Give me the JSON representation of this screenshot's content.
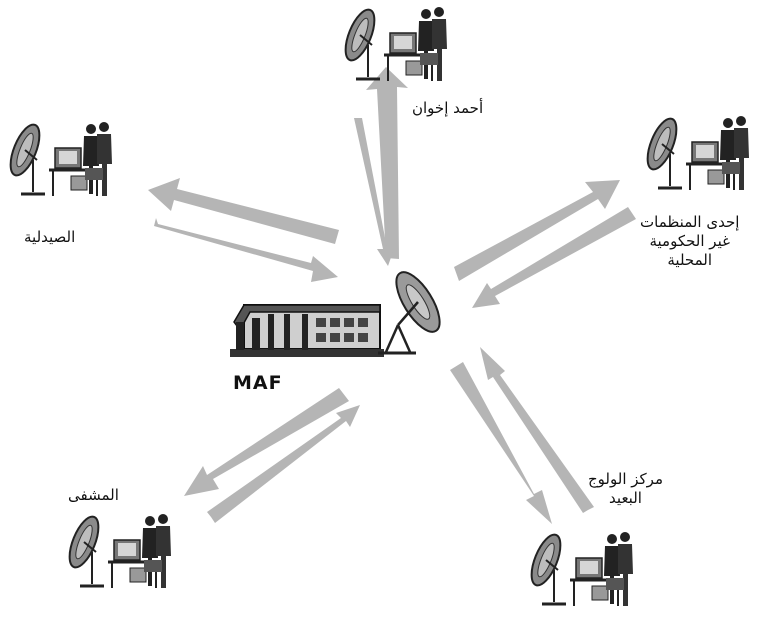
{
  "hub": {
    "label": "MAF"
  },
  "nodes": {
    "top": {
      "label_lines": [
        "أحمد إخوان"
      ]
    },
    "left": {
      "label_lines": [
        "الصيدلية"
      ]
    },
    "right": {
      "label_lines": [
        "إحدى المنظمات",
        "غير الحكومية",
        "المحلية"
      ]
    },
    "bottom_left": {
      "label_lines": [
        "المشفى"
      ]
    },
    "bottom_right": {
      "label_lines": [
        "مركز الولوج",
        "البعيد"
      ]
    }
  },
  "colors": {
    "arrow": "#b5b5b5",
    "ink": "#222222",
    "dish": "#666666"
  }
}
